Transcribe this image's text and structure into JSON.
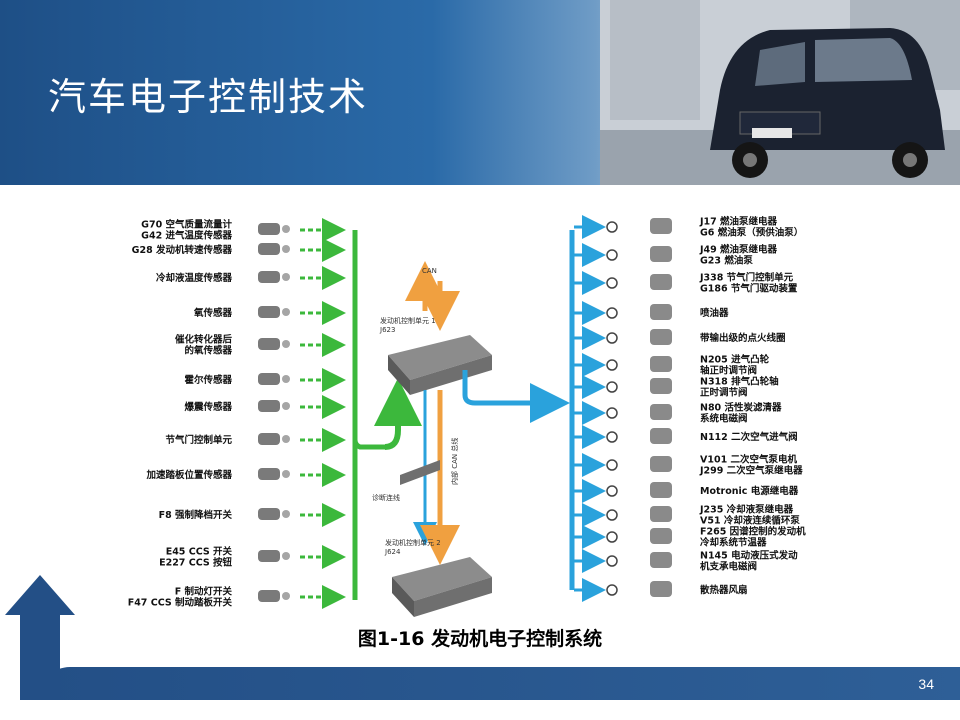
{
  "slide": {
    "title": "汽车电子控制技术",
    "page_number": "34",
    "caption": "图1-16   发动机电子控制系统"
  },
  "diagram": {
    "ecu1_label": "发动机控制单元 1\nJ623",
    "ecu2_label": "发动机控制单元 2\nJ624",
    "can_label": "CAN",
    "diag_label": "诊断连线",
    "internal_can_label": "内部 CAN 总线",
    "inputs": [
      {
        "id": "in1",
        "text": "G70  空气质量流量计\nG42  进气温度传感器"
      },
      {
        "id": "in2",
        "text": "G28  发动机转速传感器"
      },
      {
        "id": "in3",
        "text": "冷却液温度传感器"
      },
      {
        "id": "in4",
        "text": "氧传感器"
      },
      {
        "id": "in5",
        "text": "催化转化器后\n的氧传感器"
      },
      {
        "id": "in6",
        "text": "霍尔传感器"
      },
      {
        "id": "in7",
        "text": "爆震传感器"
      },
      {
        "id": "in8",
        "text": "节气门控制单元"
      },
      {
        "id": "in9",
        "text": "加速踏板位置传感器"
      },
      {
        "id": "in10",
        "text": "F8   强制降档开关"
      },
      {
        "id": "in11",
        "text": "E45    CCS  开关\nE227   CCS  按钮"
      },
      {
        "id": "in12",
        "text": "F      制动灯开关\nF47   CCS  制动踏板开关"
      }
    ],
    "outputs": [
      {
        "id": "out1",
        "text": "J17    燃油泵继电器\nG6     燃油泵（预供油泵）"
      },
      {
        "id": "out2",
        "text": "J49    燃油泵继电器\nG23           燃油泵"
      },
      {
        "id": "out3",
        "text": "J338    节气门控制单元\nG186   节气门驱动装置"
      },
      {
        "id": "out4",
        "text": "喷油器"
      },
      {
        "id": "out5",
        "text": "带输出级的点火线圈"
      },
      {
        "id": "out6",
        "text": "N205  进气凸轮\n轴正时调节阀"
      },
      {
        "id": "out7",
        "text": "N318  排气凸轮轴\n正时调节阀"
      },
      {
        "id": "out8",
        "text": "N80    活性炭滤清器\n系统电磁阀"
      },
      {
        "id": "out9",
        "text": "N112    二次空气进气阀"
      },
      {
        "id": "out10",
        "text": "V101       二次空气泵电机\nJ299    二次空气泵继电器"
      },
      {
        "id": "out11",
        "text": "Motronic  电源继电器"
      },
      {
        "id": "out12",
        "text": "J235  冷却液泵继电器\nV51  冷却液连续循环泵"
      },
      {
        "id": "out13",
        "text": "F265  因谱控制的发动机\n冷却系统节温器"
      },
      {
        "id": "out14",
        "text": "N145  电动液压式发动\n机支承电磁阀"
      },
      {
        "id": "out15",
        "text": "散热器风扇"
      }
    ],
    "colors": {
      "input_lines": "#3cb83c",
      "output_lines": "#2aa2dc",
      "can_arrows": "#f0a040",
      "header_blue": "#1e4f86"
    }
  }
}
